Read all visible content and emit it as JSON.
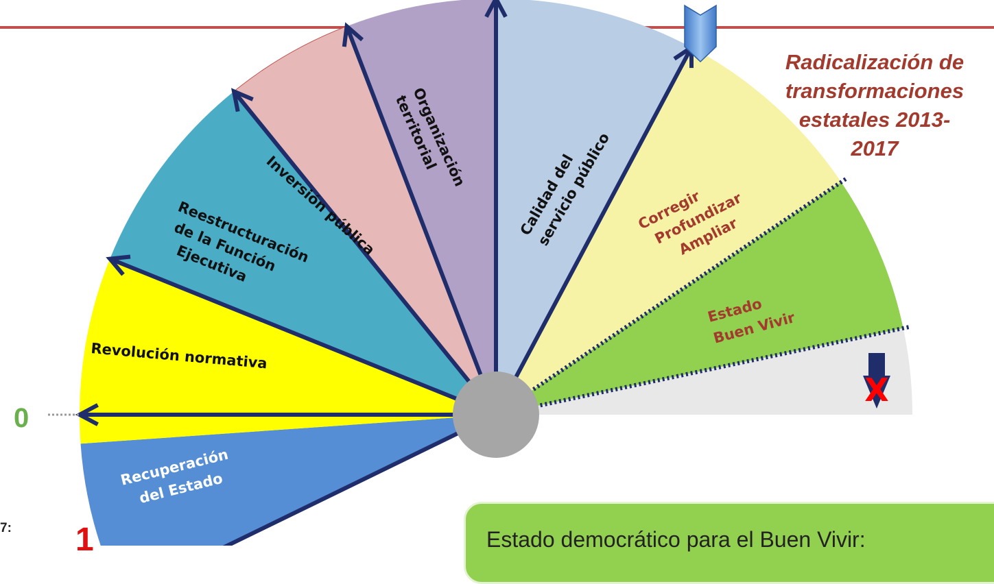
{
  "radical_title": "Radicalización de transformaciones estatales 2013-2017",
  "radical_lines": [
    "Radicalización de",
    "transformaciones",
    "estatales 2013-",
    "2017"
  ],
  "zero_label": "0",
  "minus_label": "1",
  "side_fragment": "7:",
  "callout_text": "Estado democrático para el Buen Vivir:",
  "sectors": {
    "recuperacion": [
      "Recuperación",
      "del Estado"
    ],
    "revolucion": [
      "Revolución normativa"
    ],
    "reestructuracion": [
      "Reestructuración",
      "de la Función",
      "Ejecutiva"
    ],
    "inversion": [
      "Inversión pública"
    ],
    "organizacion": [
      "Organización",
      "territorial"
    ],
    "calidad": [
      "Calidad del",
      "servicio público"
    ],
    "corregir": [
      "Corregir",
      "Profundizar",
      "Ampliar"
    ],
    "buen_vivir": [
      "Estado",
      "Buen Vivir"
    ]
  },
  "x_mark": "X",
  "colors": {
    "top_line": "#c0504d",
    "recuperacion": "#558ed5",
    "revolucion": "#ffff00",
    "reestructuracion": "#4bacc6",
    "inversion": "#e6b9b8",
    "organizacion": "#b2a1c7",
    "calidad": "#b9cde5",
    "corregir": "#f7f3a6",
    "buen_vivir": "#92d050",
    "grey_sector": "#e8e8e8",
    "arrow": "#1f2d6b",
    "label_red": "#a33a2e",
    "hub": "#a6a6a6"
  }
}
